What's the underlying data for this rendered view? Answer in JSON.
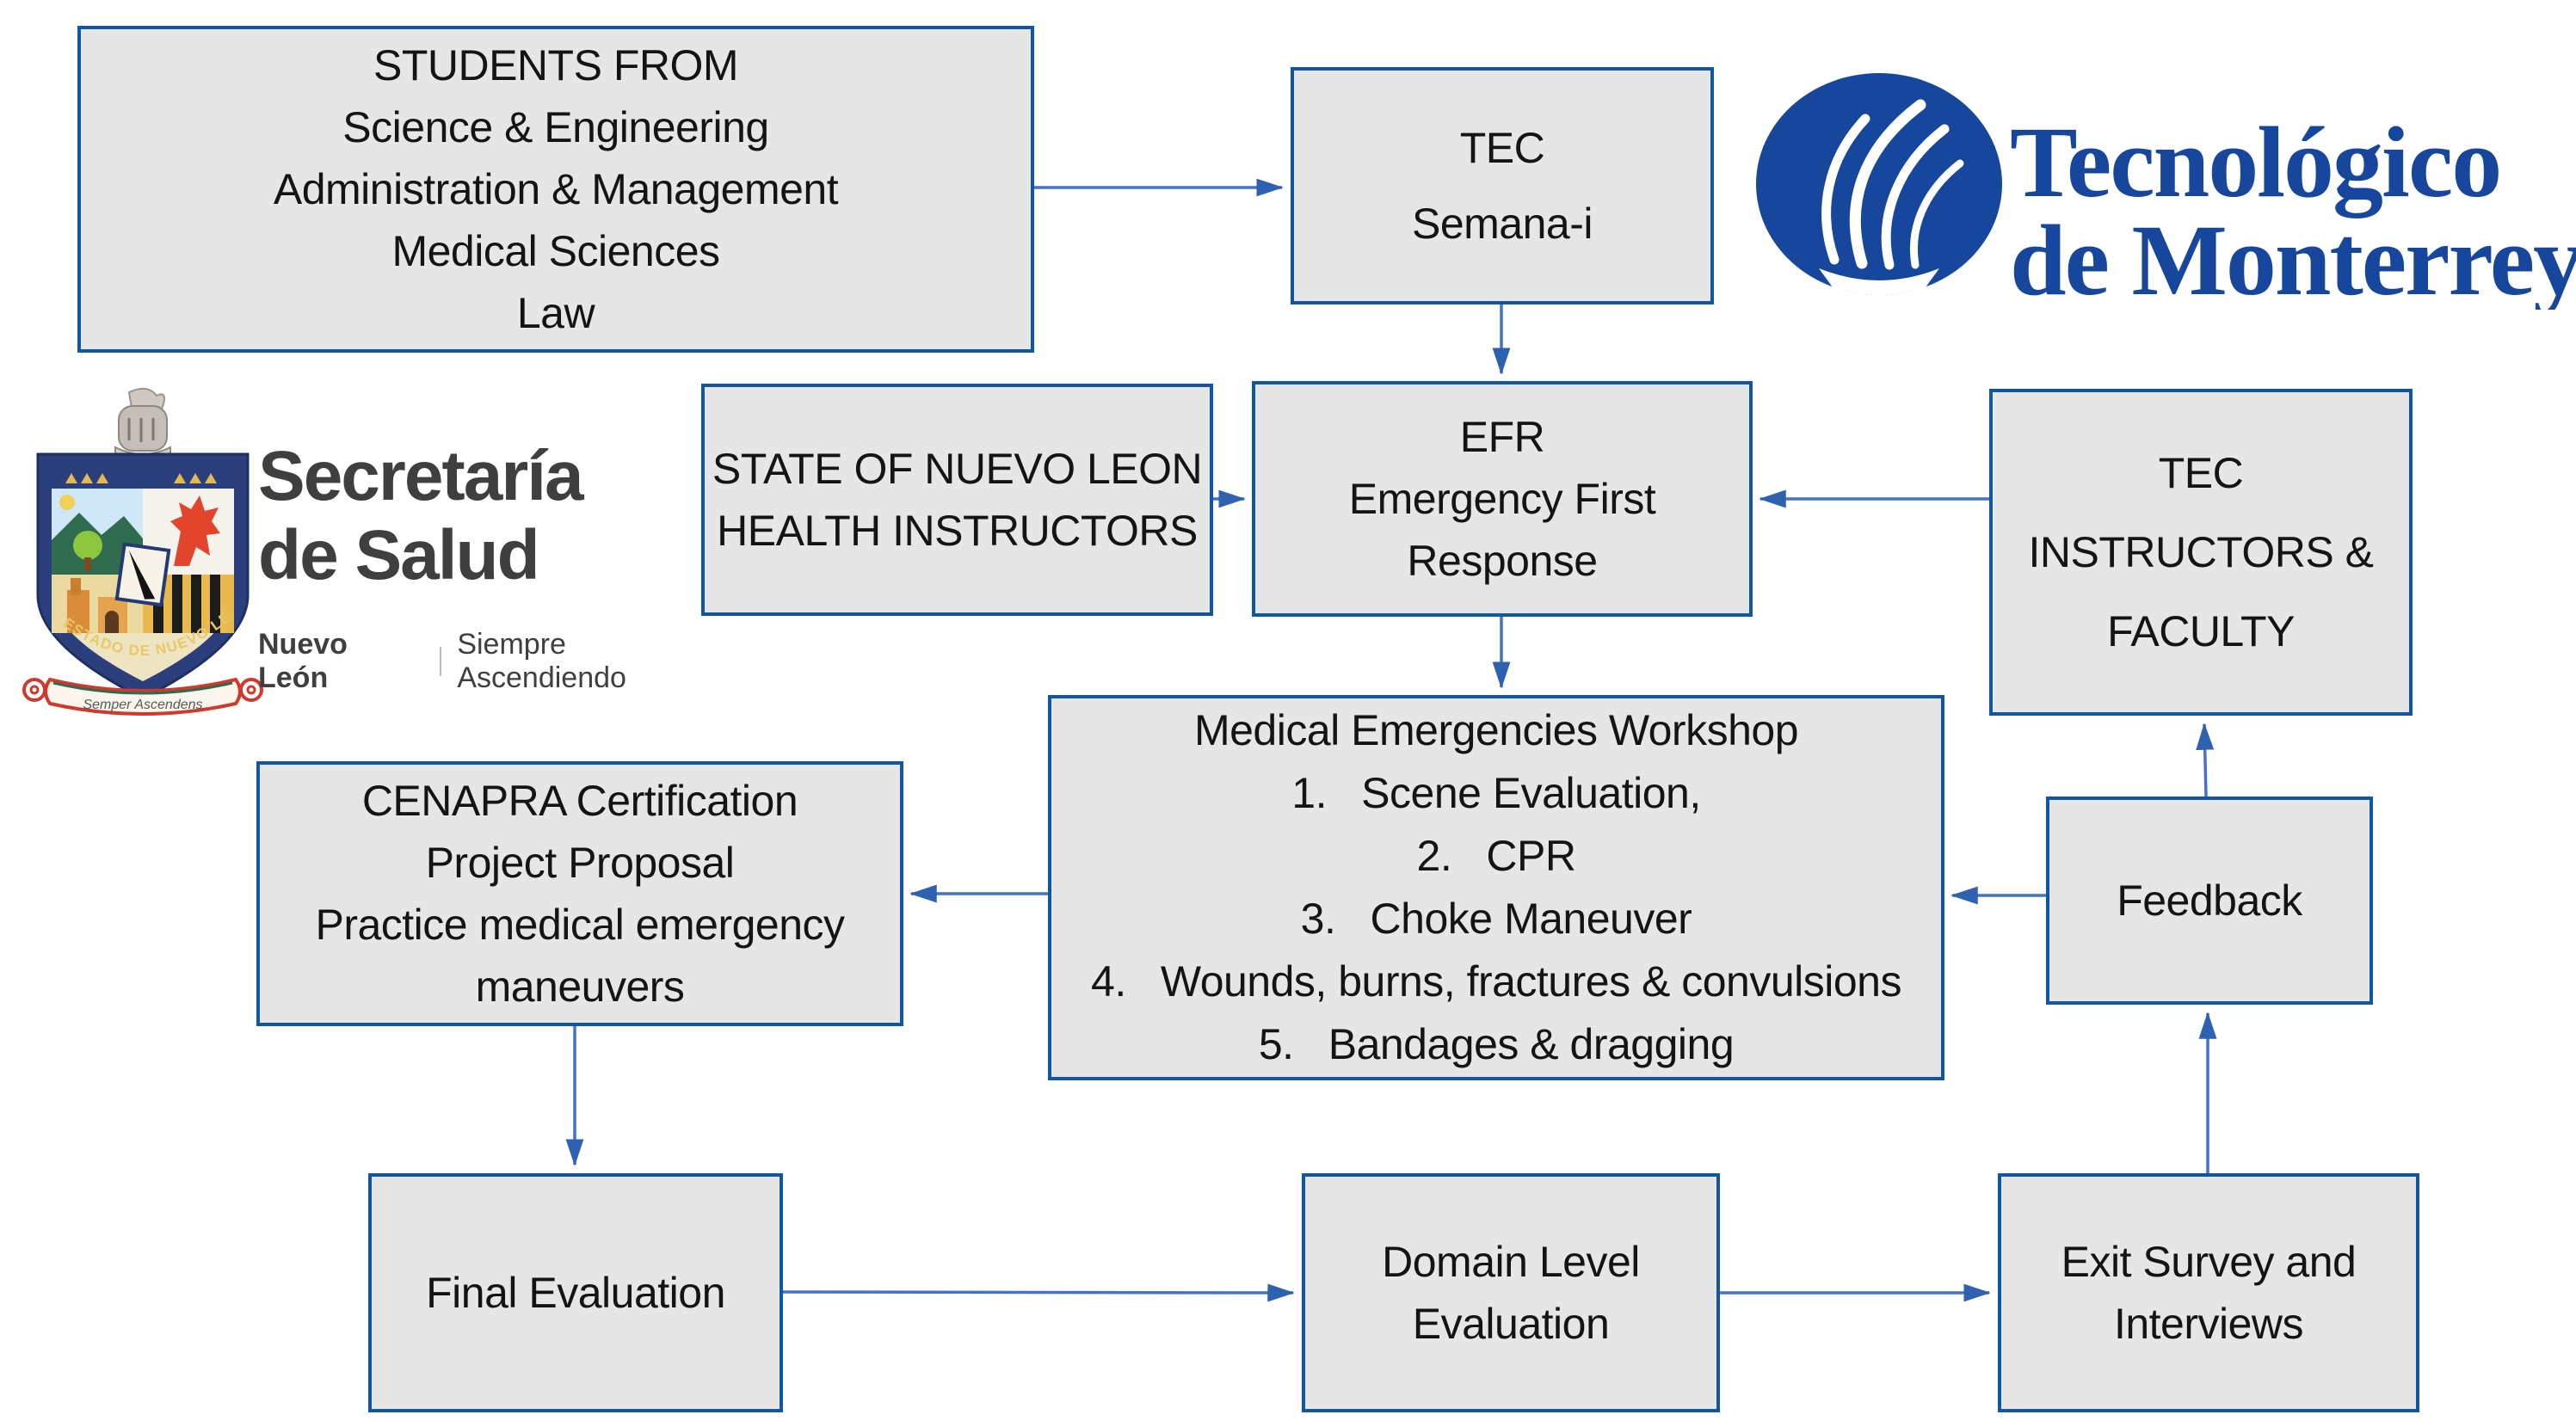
{
  "palette": {
    "box_fill": "#E7E6E6",
    "box_border": "#1057A0",
    "arrow_line": "#4472C4",
    "arrowhead": "#2E62B1",
    "text": "#141414",
    "tec_blue": "#17479D",
    "salud_gray": "#3F3F3F"
  },
  "boxes": {
    "students": {
      "lines": [
        "STUDENTS FROM",
        "Science & Engineering",
        "Administration & Management",
        "Medical Sciences",
        "Law"
      ]
    },
    "tec_semana": {
      "lines": [
        "TEC",
        "Semana-i"
      ]
    },
    "state_instructors": {
      "lines": [
        "STATE OF NUEVO LEON",
        "HEALTH INSTRUCTORS"
      ]
    },
    "efr": {
      "lines": [
        "EFR",
        "Emergency First",
        "Response"
      ]
    },
    "tec_instructors": {
      "lines": [
        "TEC",
        "INSTRUCTORS &",
        "FACULTY"
      ]
    },
    "workshop": {
      "title": "Medical Emergencies Workshop",
      "items": [
        "1.   Scene Evaluation,",
        "2.   CPR",
        "3.   Choke Maneuver",
        "4.   Wounds, burns, fractures & convulsions",
        "5.   Bandages & dragging"
      ]
    },
    "cenapra": {
      "lines": [
        "CENAPRA Certification",
        "Project Proposal",
        "Practice medical emergency",
        "maneuvers"
      ]
    },
    "feedback": {
      "lines": [
        "Feedback"
      ]
    },
    "final_evaluation": {
      "lines": [
        "Final Evaluation"
      ]
    },
    "domain_evaluation": {
      "lines": [
        "Domain Level",
        "Evaluation"
      ]
    },
    "exit_survey": {
      "lines": [
        "Exit Survey and",
        "Interviews"
      ]
    }
  },
  "logos": {
    "tec": {
      "line1": "Tecnológico",
      "line2": "de Monterrey"
    },
    "salud": {
      "title_line1": "Secretaría",
      "title_line2": "de Salud",
      "subtitle_bold": "Nuevo León",
      "subtitle_rest": "Siempre Ascendiendo",
      "shield_motto": "ESTADO DE NUEVO LEÓN",
      "ribbon_text": "Semper Ascendens"
    }
  }
}
